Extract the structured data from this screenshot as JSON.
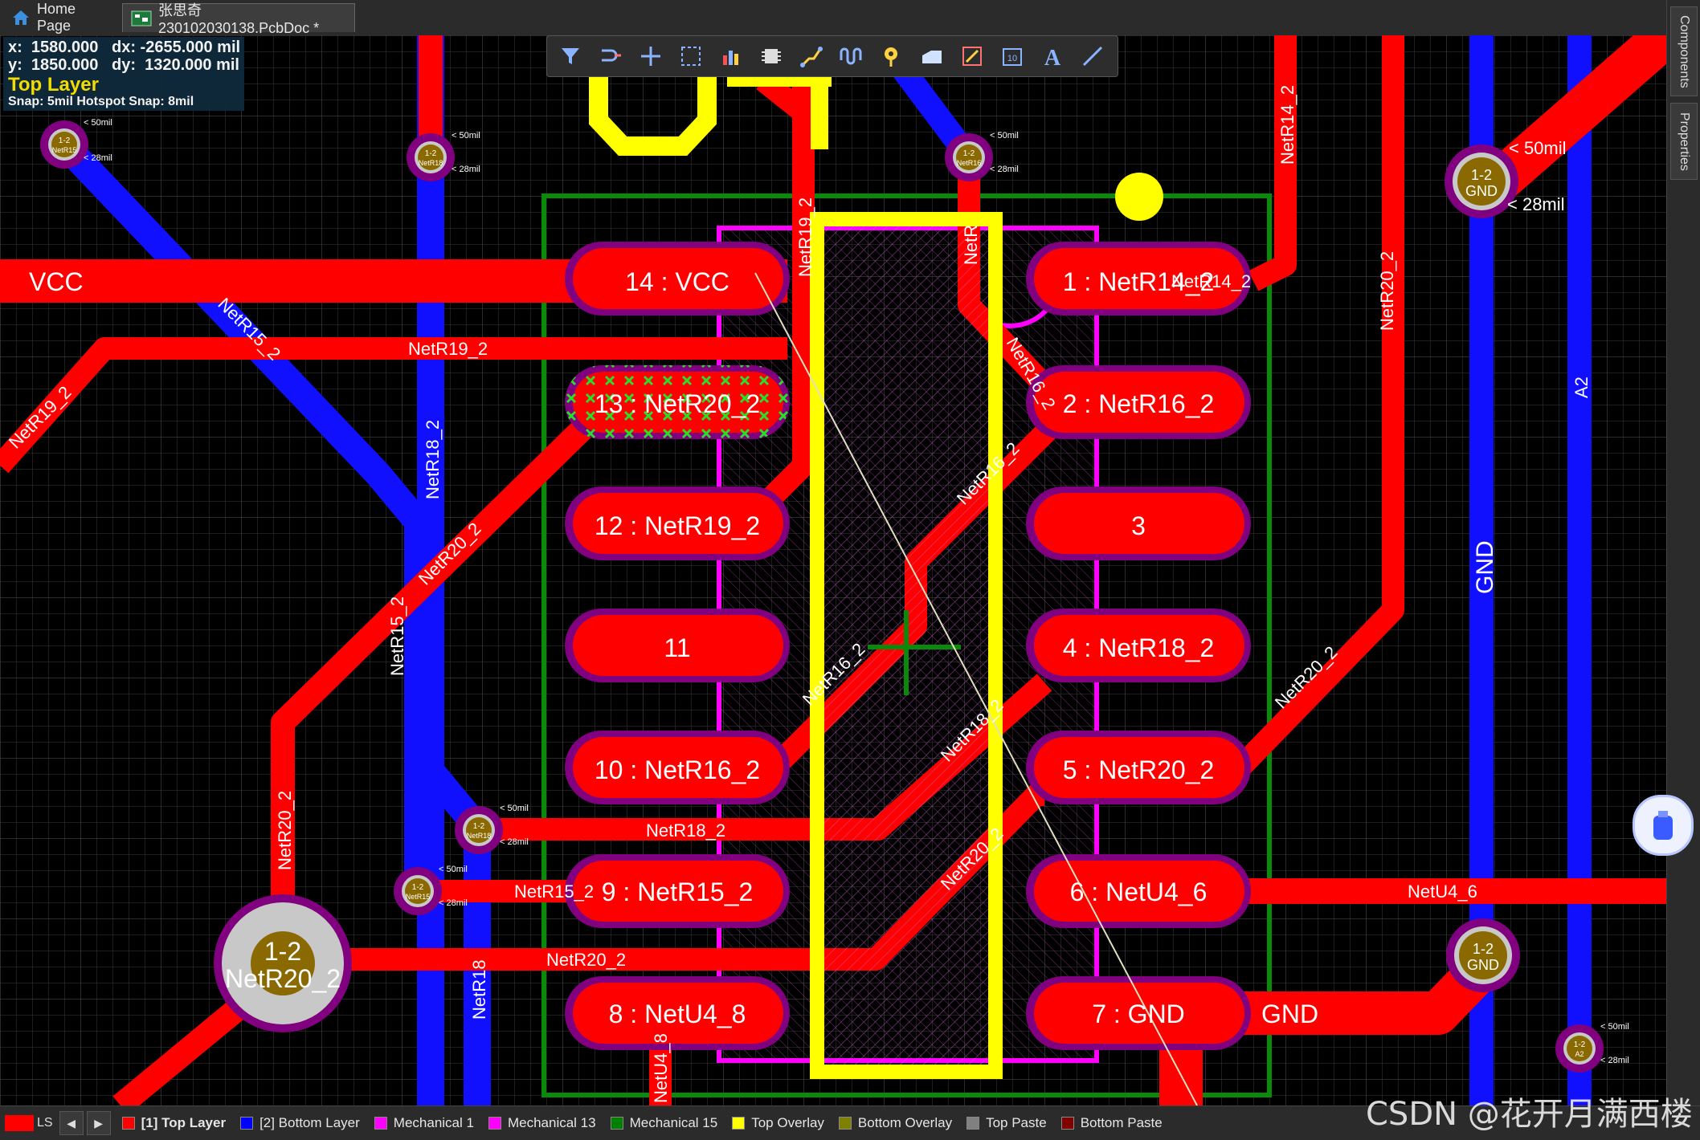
{
  "tabs": {
    "home_label": "Home Page",
    "doc_label": "张思奇230102030138.PcbDoc *"
  },
  "status": {
    "x_line": "x:  1580.000   dx: -2655.000 mil",
    "y_line": "y:  1850.000   dy:  1320.000 mil",
    "layer": "Top Layer",
    "snap": "Snap: 5mil Hotspot Snap: 8mil"
  },
  "toolbar": {
    "icons": [
      "filter-icon",
      "route-icon",
      "cross-icon",
      "select-rect-icon",
      "bar-chart-icon",
      "component-icon",
      "interactive-route-icon",
      "tune-length-icon",
      "via-icon",
      "fill-icon",
      "pad-icon",
      "string-10-icon",
      "text-icon",
      "line-icon"
    ]
  },
  "dock": {
    "components": "Components",
    "properties": "Properties"
  },
  "pads": {
    "p14": "14 : VCC",
    "p13": "13 : NetR20_2",
    "p12": "12 : NetR19_2",
    "p11": "11",
    "p10": "10 : NetR16_2",
    "p9": "9 : NetR15_2",
    "p8": "8 : NetU4_8",
    "p1": "1 : NetR14_2",
    "p2": "2 : NetR16_2",
    "p3": "3",
    "p4": "4 : NetR18_2",
    "p5": "5 : NetR20_2",
    "p6": "6 : NetU4_6",
    "p7": "7 : GND"
  },
  "net_labels": {
    "vcc": "VCC",
    "netr19": "NetR19_2",
    "netr19_left": "NetR19_2",
    "netr15_diag": "NetR15_2",
    "netr18_vert": "NetR18_2",
    "netr20_diag": "NetR20_2",
    "netr15_vert": "NetR15_2",
    "netr20_vert": "NetR20_2",
    "netr18_h": "NetR18_2",
    "netr15_h": "NetR15_2",
    "netr20_h": "NetR20_2",
    "netr18_bottom": "NetR18",
    "netr19_vert": "NetR19_2",
    "netr_top": "NetR",
    "netr14_vert": "NetR14_2",
    "netr14_h": "NetR14_2",
    "netr16_diag": "NetR16_2",
    "netr16_low": "NetR16_2",
    "netr18_diag": "NetR18_2",
    "netr20_diag_low": "NetR20_2",
    "netr20_right_vert": "NetR20_2",
    "netr20_right_diag": "NetR20_2",
    "netu4_6": "NetU4_6",
    "gnd_h": "GND",
    "gnd_vert": "GND",
    "a2_vert": "A2",
    "netu4_8_vert": "NetU4_8"
  },
  "vias": {
    "v1": {
      "top": "1-2",
      "bot": "NetR15"
    },
    "v2": {
      "top": "1-2",
      "bot": "NetR18"
    },
    "v3": {
      "top": "1-2",
      "bot": "NetR16"
    },
    "v4": {
      "top": "1-2",
      "bot": "GND"
    },
    "v5": {
      "top": "1-2",
      "bot": "NetR18"
    },
    "v6": {
      "top": "1-2",
      "bot": "NetR15"
    },
    "v7": {
      "top": "1-2",
      "bot": "NetR20_2"
    },
    "v8": {
      "top": "1-2",
      "bot": "GND"
    },
    "v9": {
      "top": "1-2",
      "bot": "A2"
    }
  },
  "dims": {
    "d50": "< 50mil",
    "d28": "< 28mil",
    "d50_small": "< 50mil",
    "d28_small": "< 28mil"
  },
  "layers": {
    "ls": "LS",
    "items": [
      {
        "label": "[1] Top Layer",
        "color": "#ff0000"
      },
      {
        "label": "[2] Bottom Layer",
        "color": "#0000ff"
      },
      {
        "label": "Mechanical 1",
        "color": "#ff00ff"
      },
      {
        "label": "Mechanical 13",
        "color": "#ff00ff"
      },
      {
        "label": "Mechanical 15",
        "color": "#008000"
      },
      {
        "label": "Top Overlay",
        "color": "#ffff00"
      },
      {
        "label": "Bottom Overlay",
        "color": "#808000"
      },
      {
        "label": "Top Paste",
        "color": "#808080"
      },
      {
        "label": "Bottom Paste",
        "color": "#800000"
      }
    ]
  },
  "watermark": "CSDN @花开月满西楼"
}
